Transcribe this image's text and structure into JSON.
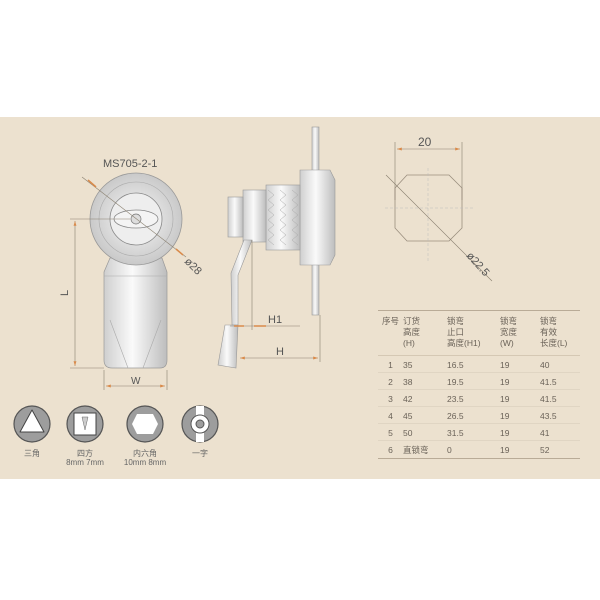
{
  "model": "MS705-2-1",
  "dimensions": {
    "diameter_front": "ø28",
    "width_square": "20",
    "diameter_square": "ø22.5",
    "L": "L",
    "W": "W",
    "H": "H",
    "H1": "H1"
  },
  "table": {
    "headers": [
      "序号",
      "订货\n高度\n(H)",
      "锁弯\n止口\n高度(H1)",
      "锁弯\n宽度\n(W)",
      "锁弯\n有效\n长度(L)"
    ],
    "rows": [
      [
        "1",
        "35",
        "16.5",
        "19",
        "40"
      ],
      [
        "2",
        "38",
        "19.5",
        "19",
        "41.5"
      ],
      [
        "3",
        "42",
        "23.5",
        "19",
        "41.5"
      ],
      [
        "4",
        "45",
        "26.5",
        "19",
        "43.5"
      ],
      [
        "5",
        "50",
        "31.5",
        "19",
        "41"
      ],
      [
        "6",
        "直锁弯",
        "0",
        "19",
        "52"
      ]
    ]
  },
  "key_types": [
    {
      "icon": "triangle-key-icon",
      "name": "三角",
      "size": ""
    },
    {
      "icon": "square-key-icon",
      "name": "四方",
      "size": "8mm 7mm"
    },
    {
      "icon": "hexagon-key-icon",
      "name": "内六角",
      "size": "10mm 8mm"
    },
    {
      "icon": "slot-key-icon",
      "name": "一字",
      "size": ""
    }
  ],
  "colors": {
    "background": "#ece1cf",
    "arrow": "#d98a4a"
  }
}
